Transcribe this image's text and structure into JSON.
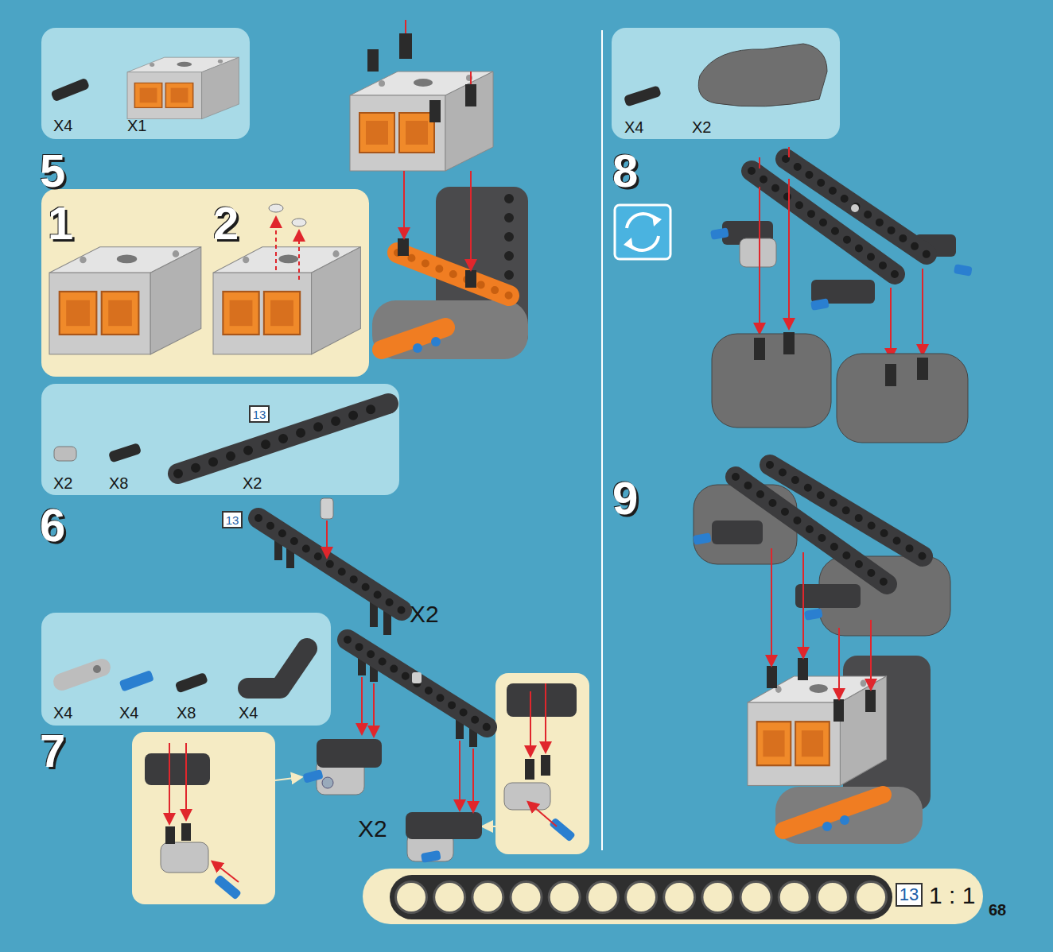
{
  "diagram": {
    "nodes": [
      {
        "text": [
          "X4",
          "X1"
        ]
      },
      {
        "text": [
          "1",
          "2"
        ]
      },
      {
        "text": [
          "X2",
          "X8",
          "X2"
        ]
      },
      {
        "text": [
          "13"
        ],
        "in": 2
      },
      {
        "text": [
          "13"
        ]
      },
      {
        "text": [
          "X4",
          "X4",
          "X8",
          "X4"
        ]
      },
      {
        "text": [
          "X4",
          "X2"
        ]
      },
      {
        "text": [
          "1 : 1"
        ]
      },
      {
        "text": [
          "13"
        ],
        "in": 7
      }
    ],
    "edges": [],
    "labels": [
      "5",
      "6",
      "7",
      "8",
      "9",
      "X2",
      "X2",
      "68"
    ]
  }
}
